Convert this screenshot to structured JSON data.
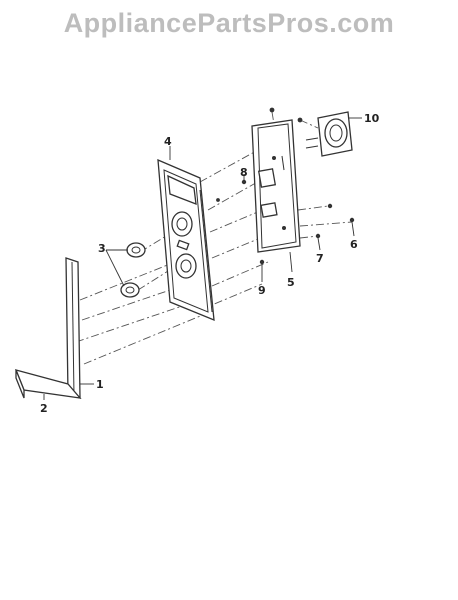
{
  "watermark": {
    "text": "AppliancePartsPros.com",
    "color": "#bdbdbd"
  },
  "callouts": {
    "c1": "1",
    "c2": "2",
    "c3": "3",
    "c4": "4",
    "c5": "5",
    "c6": "6",
    "c7": "7",
    "c8": "8",
    "c9": "9",
    "c10": "10"
  }
}
